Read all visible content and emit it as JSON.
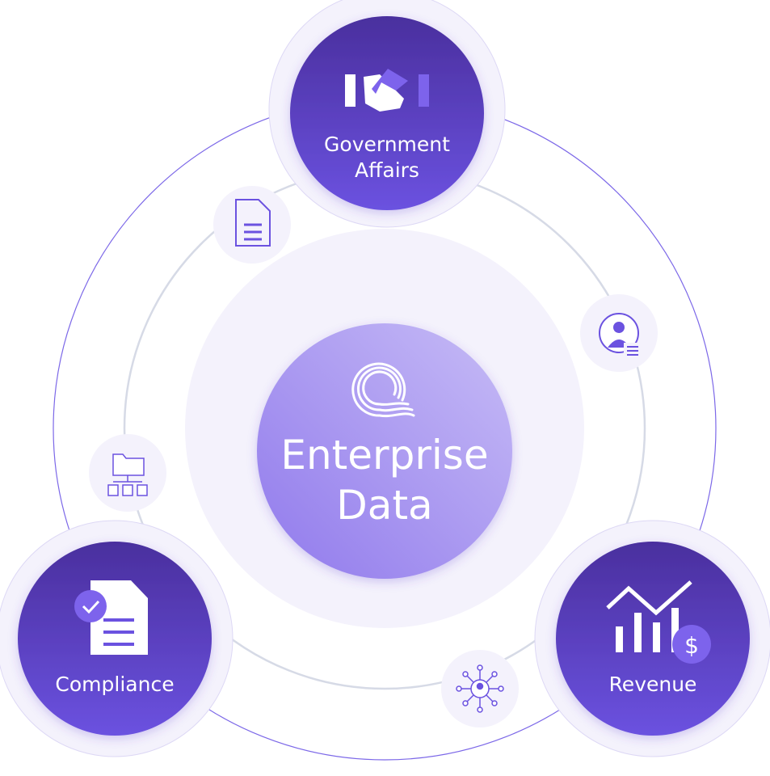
{
  "center": {
    "line1": "Enterprise",
    "line2": "Data",
    "icon": "wave-logo-icon"
  },
  "nodes": [
    {
      "line1": "Government",
      "line2": "Affairs",
      "icon": "handshake-icon"
    },
    {
      "label": "Compliance",
      "icon": "document-check-icon"
    },
    {
      "label": "Revenue",
      "icon": "chart-dollar-icon"
    }
  ],
  "small_icons": [
    "document-icon",
    "user-list-icon",
    "folder-hierarchy-icon",
    "user-network-icon"
  ],
  "colors": {
    "primary": "#5b3fd0",
    "dark": "#4a2fa0",
    "light": "#a592f2",
    "halo": "#f4f2fc",
    "ring": "#7c68e8",
    "gray_ring": "#d6dae6"
  }
}
